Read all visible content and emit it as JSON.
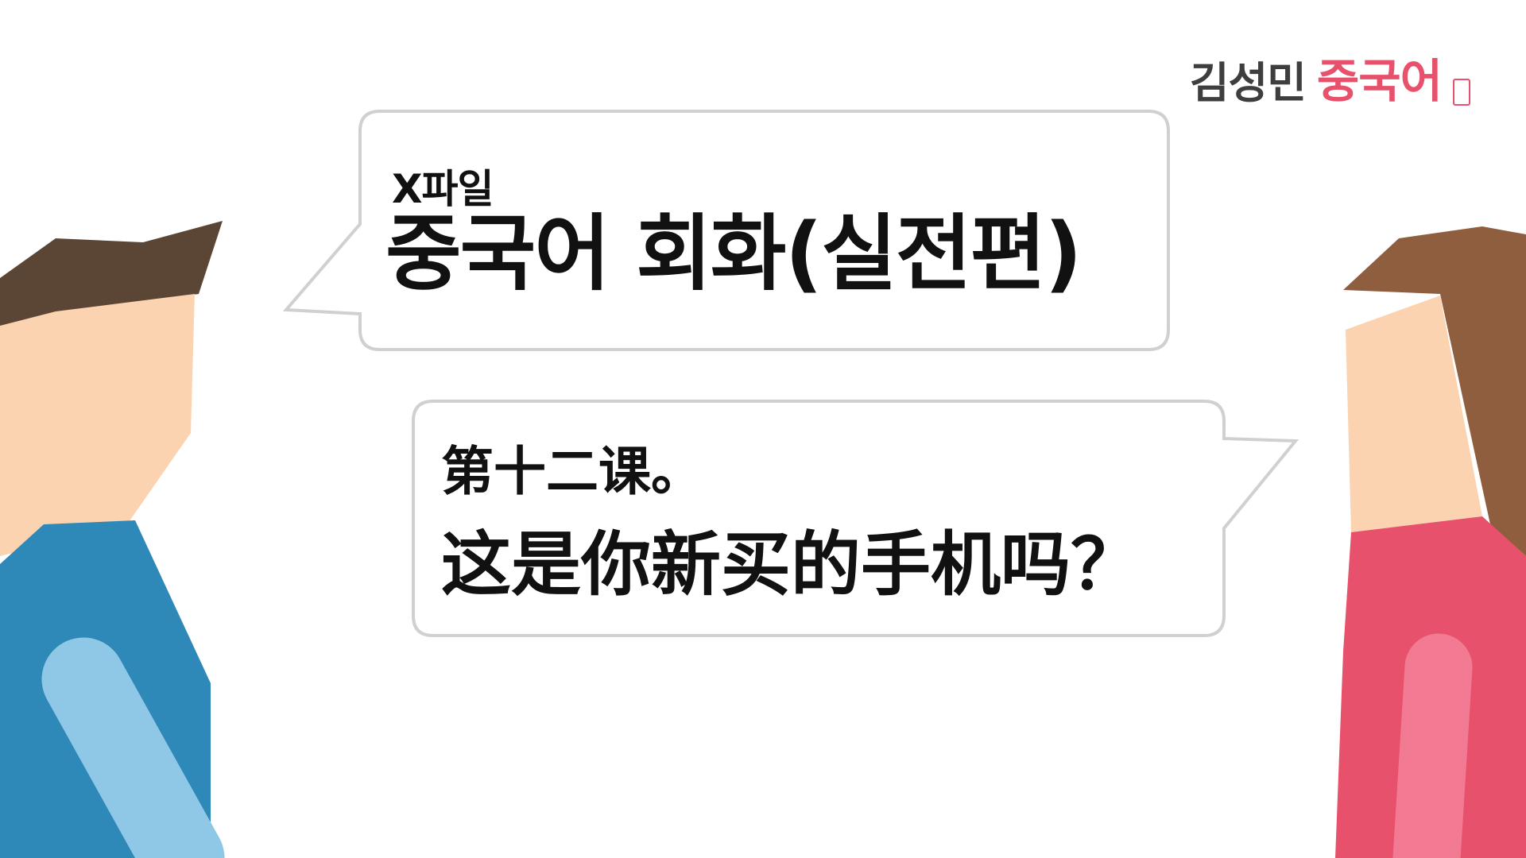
{
  "logo": {
    "name": "김성민",
    "brand": "중국어"
  },
  "bubble_top": {
    "subtitle": "X파일",
    "title": "중국어 회화(실전편)"
  },
  "bubble_bottom": {
    "lesson": "第十二课。",
    "question": "这是你新买的手机吗？"
  },
  "colors": {
    "male_shirt": "#2e88b8",
    "male_arm": "#8ec8e6",
    "male_hair": "#5b4636",
    "skin": "#fcd3b1",
    "female_shirt": "#e8516b",
    "female_arm": "#f27b93",
    "female_hair": "#8f5e3e",
    "bubble_border": "#d0d0d0"
  }
}
